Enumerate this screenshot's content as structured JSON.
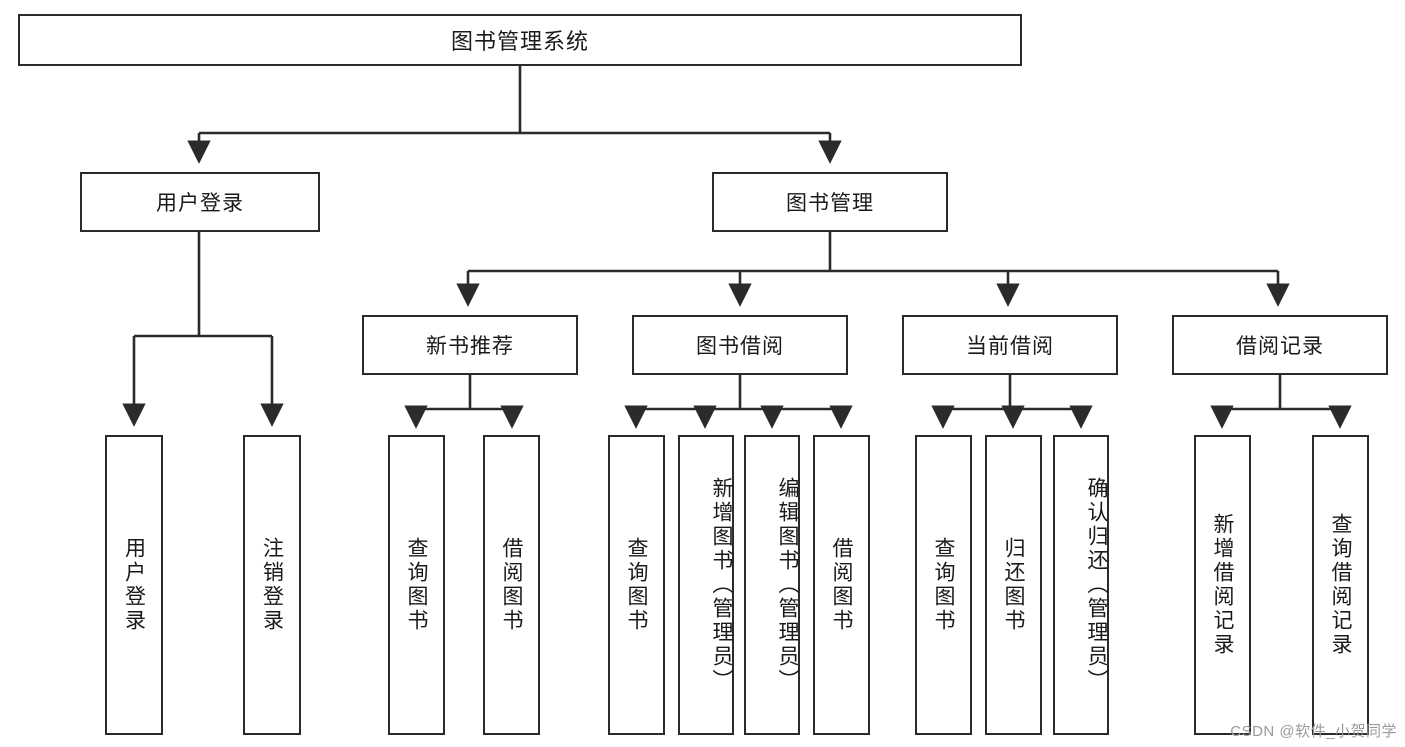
{
  "diagram": {
    "title": "图书管理系统",
    "type": "hierarchy-tree",
    "watermark": "CSDN @软件_小贺同学",
    "colors": {
      "stroke": "#2b2b2b",
      "fill": "#ffffff",
      "text": "#1a1a1a",
      "watermark": "#9a9a9a"
    },
    "nodes": {
      "root": {
        "label": "图书管理系统",
        "level": 1
      },
      "level2": [
        {
          "id": "user-login",
          "label": "用户登录"
        },
        {
          "id": "book-manage",
          "label": "图书管理"
        }
      ],
      "level3": [
        {
          "id": "new-book-recommend",
          "label": "新书推荐"
        },
        {
          "id": "book-borrow",
          "label": "图书借阅"
        },
        {
          "id": "current-borrow",
          "label": "当前借阅"
        },
        {
          "id": "borrow-record",
          "label": "借阅记录"
        }
      ],
      "leaves": {
        "user-login": [
          {
            "id": "leaf-user-login",
            "label": "用户登录"
          },
          {
            "id": "leaf-logout-login",
            "label": "注销登录"
          }
        ],
        "new-book-recommend": [
          {
            "id": "leaf-query-book-1",
            "label": "查询图书"
          },
          {
            "id": "leaf-borrow-book-1",
            "label": "借阅图书"
          }
        ],
        "book-borrow": [
          {
            "id": "leaf-query-book-2",
            "label": "查询图书"
          },
          {
            "id": "leaf-add-book-admin",
            "label": "新增图书（管理员）"
          },
          {
            "id": "leaf-edit-book-admin",
            "label": "编辑图书（管理员）"
          },
          {
            "id": "leaf-borrow-book-2",
            "label": "借阅图书"
          }
        ],
        "current-borrow": [
          {
            "id": "leaf-query-book-3",
            "label": "查询图书"
          },
          {
            "id": "leaf-return-book",
            "label": "归还图书"
          },
          {
            "id": "leaf-confirm-return-admin",
            "label": "确认归还（管理员）"
          }
        ],
        "borrow-record": [
          {
            "id": "leaf-add-borrow-record",
            "label": "新增借阅记录"
          },
          {
            "id": "leaf-query-borrow-record",
            "label": "查询借阅记录"
          }
        ]
      }
    }
  }
}
